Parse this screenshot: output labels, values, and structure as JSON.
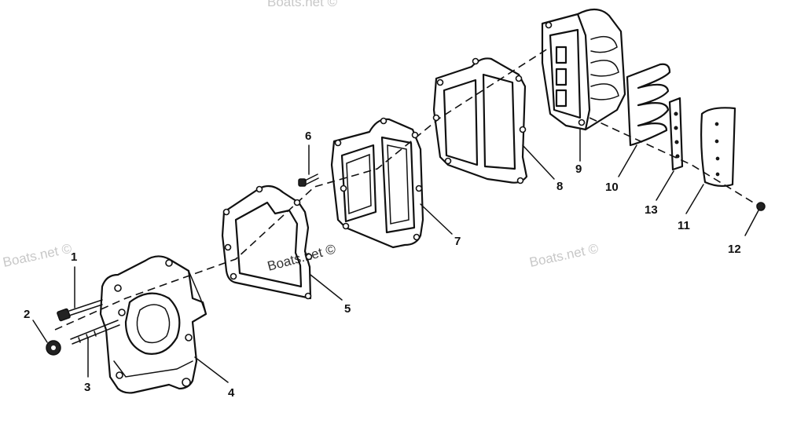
{
  "watermark": "Boats.net ©",
  "callouts": [
    {
      "id": "1",
      "label": "1"
    },
    {
      "id": "2",
      "label": "2"
    },
    {
      "id": "3",
      "label": "3"
    },
    {
      "id": "4",
      "label": "4"
    },
    {
      "id": "5",
      "label": "5"
    },
    {
      "id": "6",
      "label": "6"
    },
    {
      "id": "7",
      "label": "7"
    },
    {
      "id": "8",
      "label": "8"
    },
    {
      "id": "9",
      "label": "9"
    },
    {
      "id": "10",
      "label": "10"
    },
    {
      "id": "11",
      "label": "11"
    },
    {
      "id": "12",
      "label": "12"
    },
    {
      "id": "13",
      "label": "13"
    }
  ]
}
